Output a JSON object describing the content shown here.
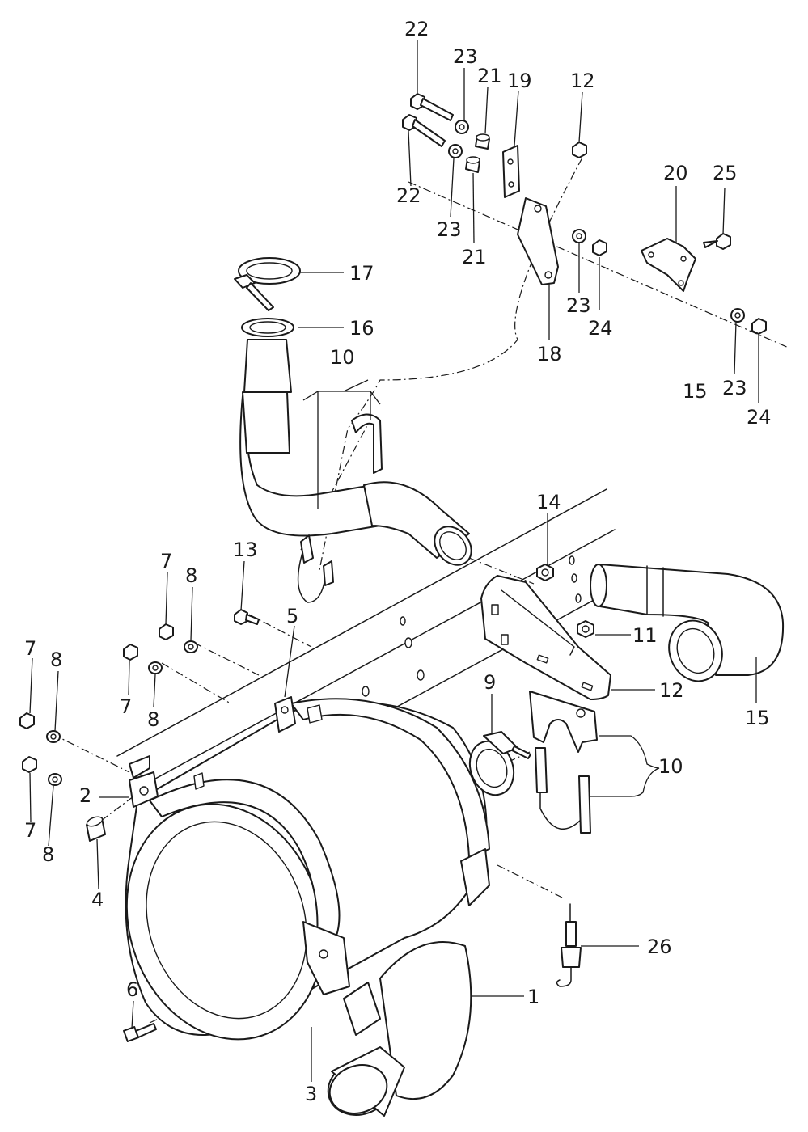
{
  "diagram": {
    "labels": {
      "p1": "1",
      "p2": "2",
      "p3": "3",
      "p4": "4",
      "p5": "5",
      "p6": "6",
      "p7a": "7",
      "p7b": "7",
      "p7c": "7",
      "p7d": "7",
      "p8a": "8",
      "p8b": "8",
      "p8c": "8",
      "p8d": "8",
      "p9": "9",
      "p10a": "10",
      "p10b": "10",
      "p11": "11",
      "p12a": "12",
      "p12b": "12",
      "p13": "13",
      "p14": "14",
      "p15a": "15",
      "p15b": "15",
      "p16": "16",
      "p17": "17",
      "p18": "18",
      "p19": "19",
      "p20": "20",
      "p21a": "21",
      "p21b": "21",
      "p22a": "22",
      "p22b": "22",
      "p23a": "23",
      "p23b": "23",
      "p23c": "23",
      "p23d": "23",
      "p24a": "24",
      "p24b": "24",
      "p25": "25",
      "p26": "26"
    },
    "colors": {
      "ink": "#1a1a1a",
      "paper": "#ffffff"
    }
  }
}
